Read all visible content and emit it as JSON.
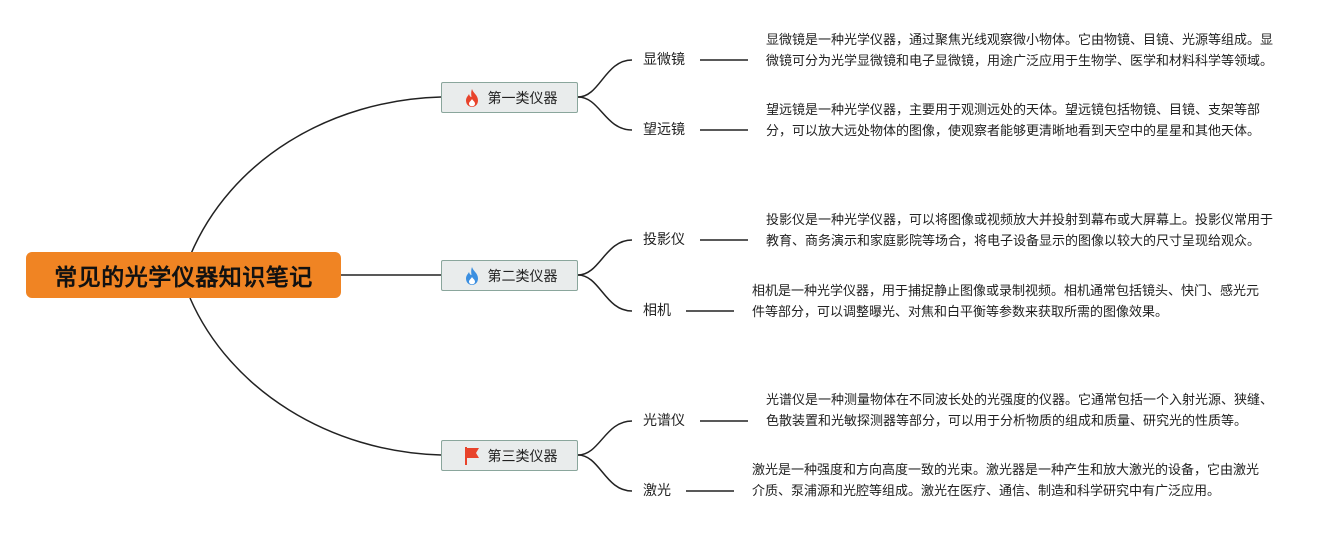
{
  "root": {
    "title": "常见的光学仪器知识笔记"
  },
  "categories": [
    {
      "label": "第一类仪器",
      "icon": "fire-icon",
      "icon_color": "#e8432b",
      "items": [
        {
          "name": "显微镜",
          "description": "显微镜是一种光学仪器，通过聚焦光线观察微小物体。它由物镜、目镜、光源等组成。显微镜可分为光学显微镜和电子显微镜，用途广泛应用于生物学、医学和材料科学等领域。"
        },
        {
          "name": "望远镜",
          "description": "望远镜是一种光学仪器，主要用于观测远处的天体。望远镜包括物镜、目镜、支架等部分，可以放大远处物体的图像，使观察者能够更清晰地看到天空中的星星和其他天体。"
        }
      ]
    },
    {
      "label": "第二类仪器",
      "icon": "blue-flame-icon",
      "icon_color": "#3b8fe0",
      "items": [
        {
          "name": "投影仪",
          "description": "投影仪是一种光学仪器，可以将图像或视频放大并投射到幕布或大屏幕上。投影仪常用于教育、商务演示和家庭影院等场合，将电子设备显示的图像以较大的尺寸呈现给观众。"
        },
        {
          "name": "相机",
          "description": "相机是一种光学仪器，用于捕捉静止图像或录制视频。相机通常包括镜头、快门、感光元件等部分，可以调整曝光、对焦和白平衡等参数来获取所需的图像效果。"
        }
      ]
    },
    {
      "label": "第三类仪器",
      "icon": "red-flag-icon",
      "icon_color": "#e8432b",
      "items": [
        {
          "name": "光谱仪",
          "description": "光谱仪是一种测量物体在不同波长处的光强度的仪器。它通常包括一个入射光源、狭缝、色散装置和光敏探测器等部分，可以用于分析物质的组成和质量、研究光的性质等。"
        },
        {
          "name": "激光",
          "description": "激光是一种强度和方向高度一致的光束。激光器是一种产生和放大激光的设备，它由激光介质、泵浦源和光腔等组成。激光在医疗、通信、制造和科学研究中有广泛应用。"
        }
      ]
    }
  ]
}
